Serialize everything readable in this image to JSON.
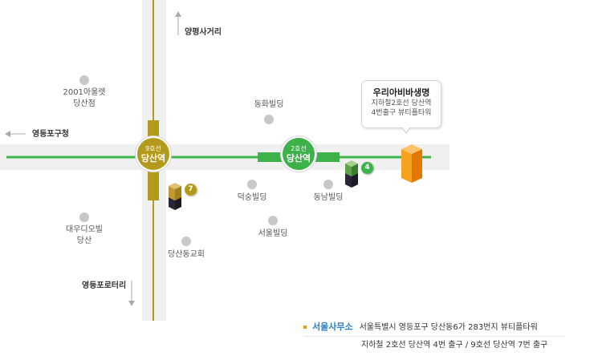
{
  "colors": {
    "line2": "#3db14a",
    "line9": "#b49a1c",
    "road": "#ededed",
    "poi_dot": "#c8c8c8",
    "building": "#f08c00",
    "accent": "#f39800",
    "link_blue": "#2a7fc6"
  },
  "directions": {
    "north": "양평사거리",
    "west": "영등포구청",
    "south": "영등포로터리"
  },
  "stations": {
    "line9": {
      "line": "9호선",
      "name": "당산역"
    },
    "line2": {
      "line": "2호선",
      "name": "당산역"
    }
  },
  "exits": {
    "line9": "7",
    "line2": "4"
  },
  "pois": {
    "outlet_line1": "2001아울렛",
    "outlet_line2": "당산점",
    "donghwa": "동화빌딩",
    "deoksung": "덕숭빌딩",
    "dongnam": "동남빌딩",
    "seoul": "서울빌딩",
    "church": "당산동교회",
    "daewoo_line1": "대우디오빌",
    "daewoo_line2": "당산"
  },
  "destination": {
    "name": "우리아비바생명",
    "line1": "지하철2호선 당산역",
    "line2": "4번출구 뷰티플타워"
  },
  "office": {
    "title": "서울사무소",
    "address": "서울특별시 영등포구 당산동6가 283번지 뷰티플타워",
    "directions": "지하철 2호선 당산역 4번 출구 / 9호선 당산역 7번 출구"
  }
}
